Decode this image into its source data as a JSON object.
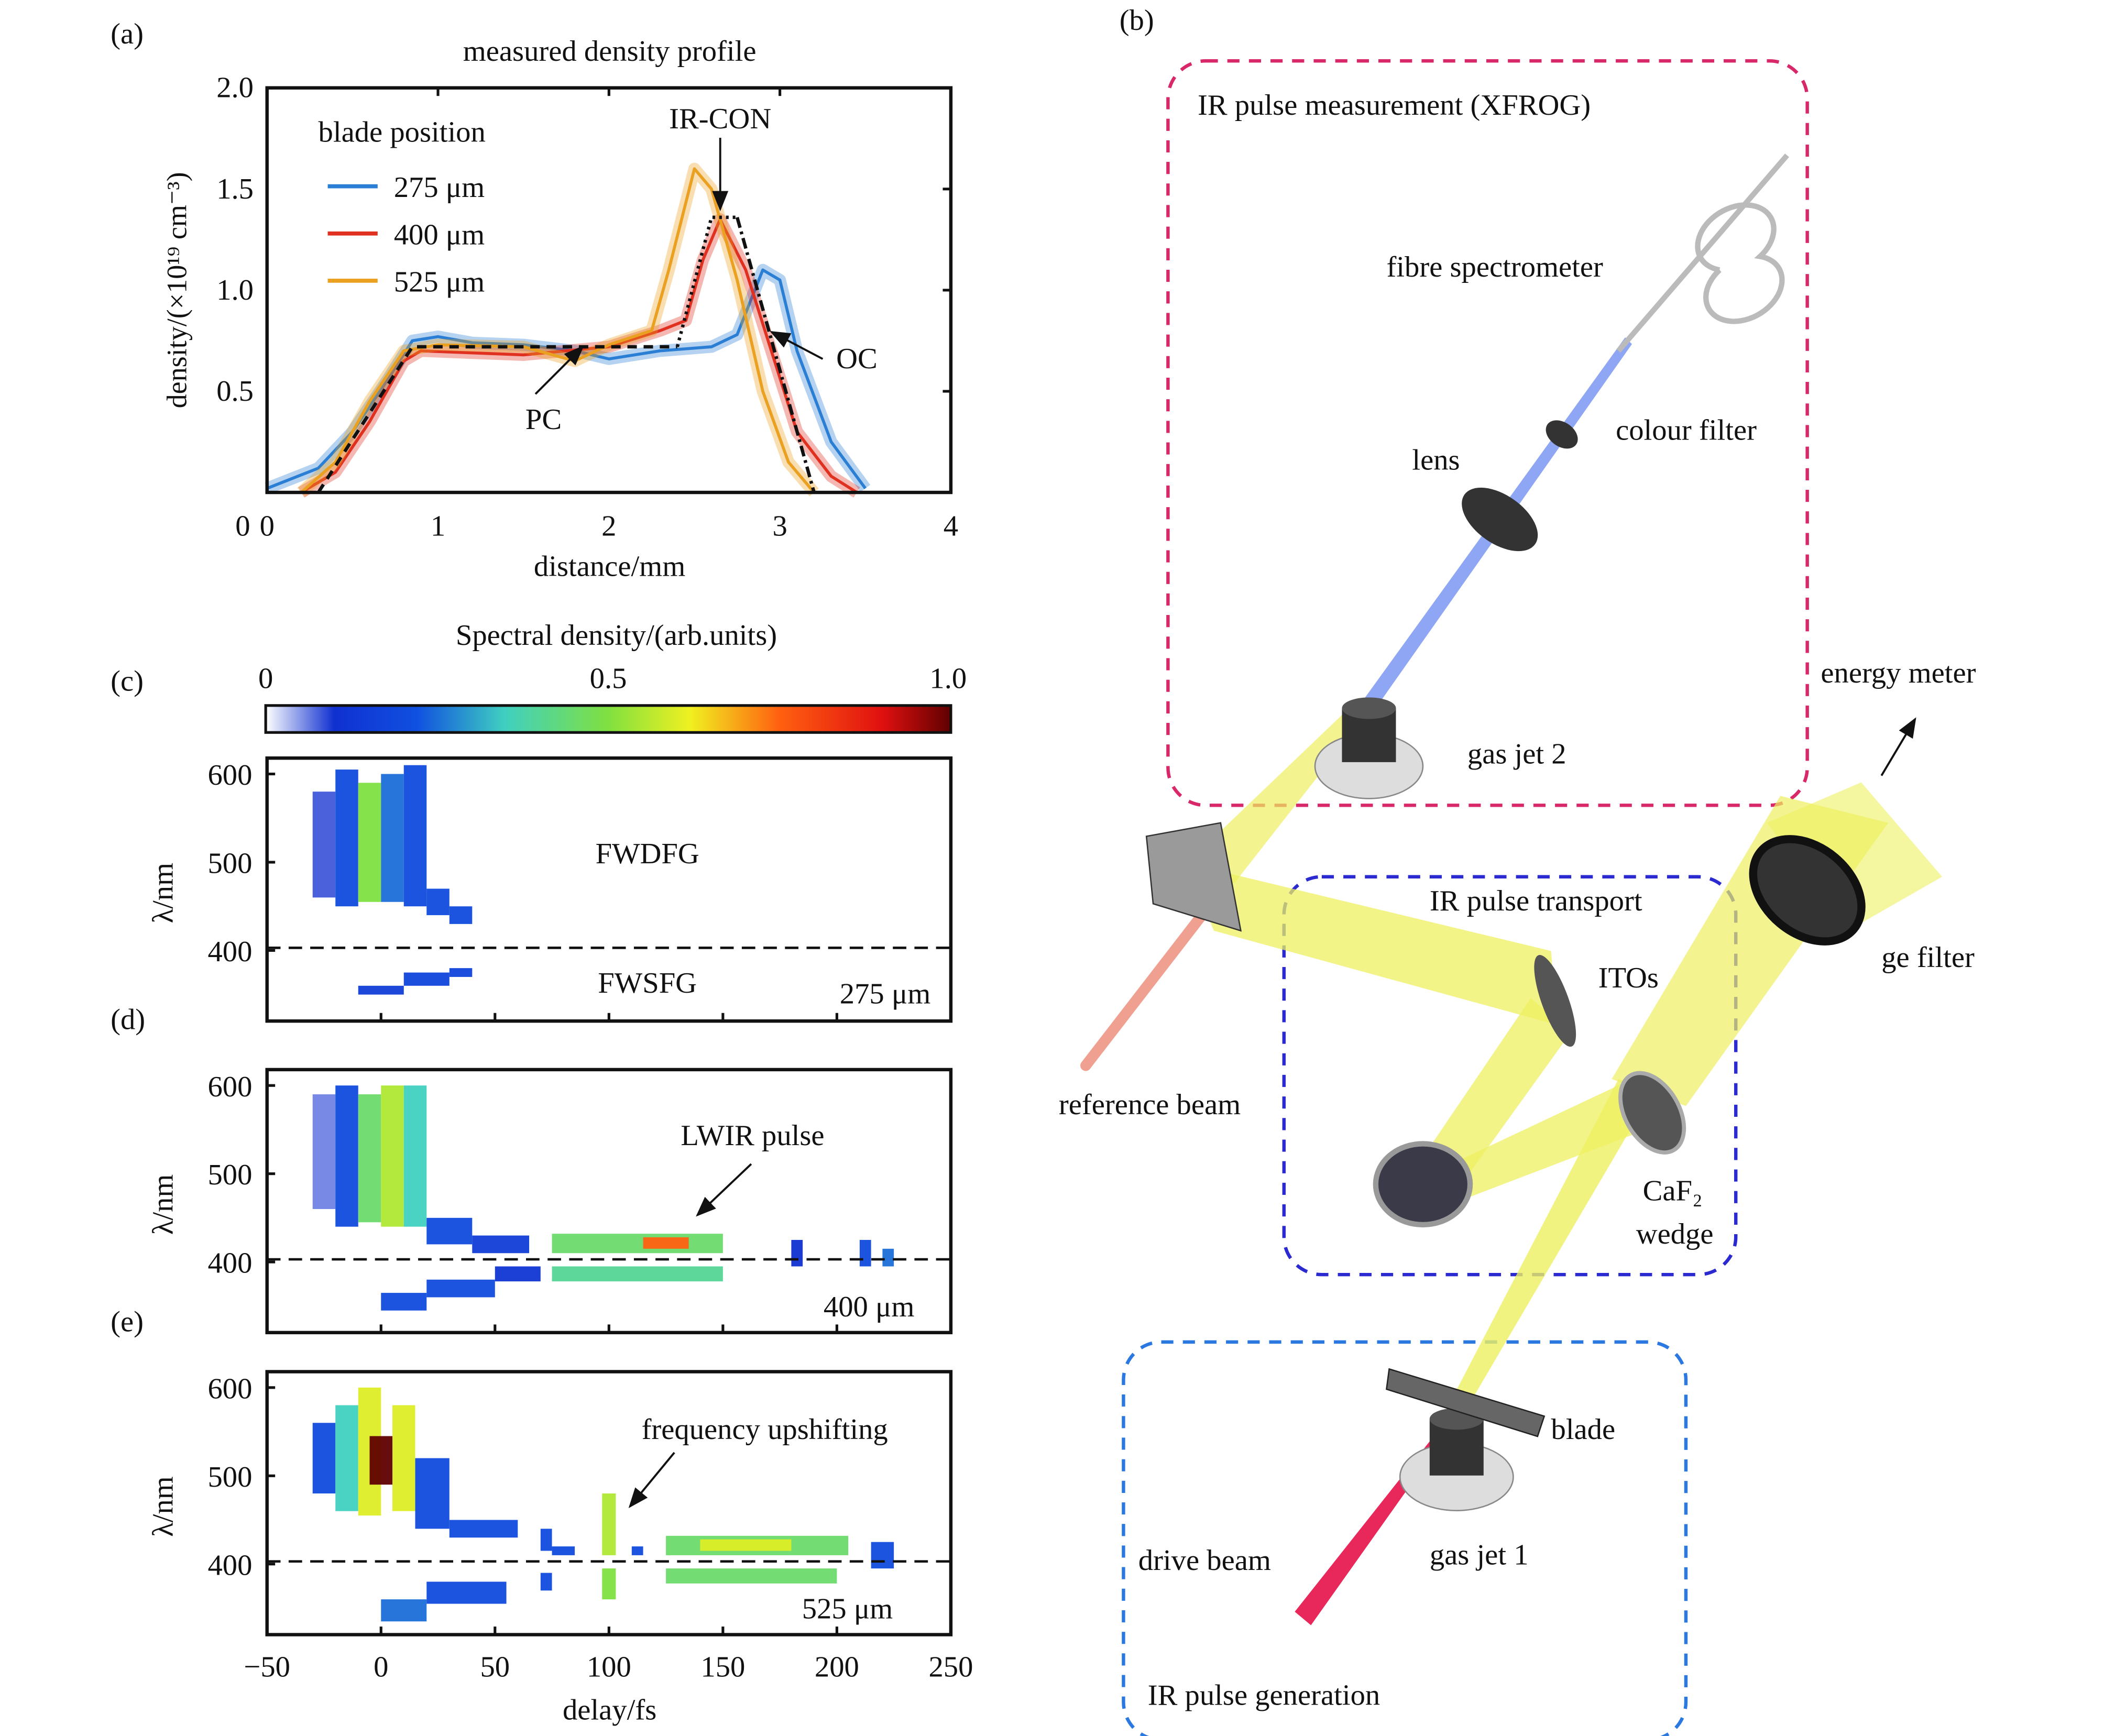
{
  "colors": {
    "c275": "#2a7fd4",
    "c400": "#e03020",
    "c525": "#eaa020",
    "magenta": "#d8286a",
    "navy": "#2a2ad0",
    "blue": "#2a78e0",
    "beam": "#eef060"
  },
  "chart_data": [
    {
      "panel": "(a)",
      "type": "line",
      "title": "measured density profile",
      "xlabel": "distance/mm",
      "ylabel": "density/(×10¹⁹ cm⁻³)",
      "xlim": [
        0,
        4
      ],
      "ylim": [
        0,
        2
      ],
      "xticks": [
        "0",
        "1",
        "2",
        "3",
        "4"
      ],
      "yticks": [
        "0.5",
        "1.0",
        "1.5",
        "2.0"
      ],
      "legend_title": "blade position",
      "legend_position": "top-left",
      "series": [
        {
          "name": "275 μm",
          "color": "#2a7fd4",
          "x": [
            0,
            0.3,
            0.5,
            0.7,
            0.85,
            1.0,
            1.2,
            1.5,
            1.8,
            2.0,
            2.3,
            2.6,
            2.75,
            2.9,
            3.0,
            3.1,
            3.3,
            3.5
          ],
          "y": [
            0.02,
            0.12,
            0.3,
            0.55,
            0.75,
            0.77,
            0.74,
            0.73,
            0.7,
            0.66,
            0.7,
            0.72,
            0.78,
            1.1,
            1.05,
            0.7,
            0.25,
            0.02
          ]
        },
        {
          "name": "400 μm",
          "color": "#e03020",
          "x": [
            0.2,
            0.4,
            0.6,
            0.8,
            0.9,
            1.5,
            2.0,
            2.3,
            2.45,
            2.55,
            2.65,
            2.8,
            2.95,
            3.1,
            3.3,
            3.45
          ],
          "y": [
            0,
            0.1,
            0.35,
            0.65,
            0.7,
            0.68,
            0.72,
            0.8,
            0.85,
            1.15,
            1.35,
            1.1,
            0.7,
            0.3,
            0.08,
            0
          ]
        },
        {
          "name": "525 μm",
          "color": "#eaa020",
          "x": [
            0.2,
            0.4,
            0.6,
            0.8,
            1.0,
            1.5,
            1.8,
            2.0,
            2.25,
            2.35,
            2.5,
            2.6,
            2.75,
            2.9,
            3.05,
            3.2
          ],
          "y": [
            0,
            0.15,
            0.45,
            0.7,
            0.73,
            0.72,
            0.65,
            0.73,
            0.8,
            1.1,
            1.6,
            1.5,
            1.05,
            0.5,
            0.15,
            0
          ]
        }
      ],
      "model": {
        "dashed": {
          "x": [
            0.3,
            0.85,
            2.4
          ],
          "y": [
            0,
            0.72,
            0.72
          ]
        },
        "dotted": {
          "x": [
            2.4,
            2.6,
            2.75
          ],
          "y": [
            0.72,
            1.36,
            1.36
          ]
        },
        "dashdot": {
          "x": [
            2.75,
            3.2
          ],
          "y": [
            1.36,
            0
          ]
        }
      },
      "annotations": [
        "IR-CON",
        "OC",
        "PC"
      ]
    },
    {
      "type": "heatmap",
      "colorbar": {
        "label": "Spectral density/(arb.units)",
        "ticks": [
          "0",
          "0.5",
          "1.0"
        ],
        "range": [
          0,
          1
        ]
      },
      "xlabel": "delay/fs",
      "ylabel": "λ/nm",
      "xlim": [
        -50,
        250
      ],
      "ylim": [
        320,
        618
      ],
      "xticks": [
        "−50",
        "0",
        "50",
        "100",
        "150",
        "200",
        "250"
      ],
      "yticks": [
        "400",
        "500",
        "600"
      ],
      "reference_line_nm": 403,
      "panels": [
        {
          "panel": "(c)",
          "blade": "275 μm",
          "labels": [
            "FWDFG",
            "FWSFG"
          ],
          "blobs": [
            [
              -30,
              -20,
              460,
              580,
              0.08
            ],
            [
              -20,
              -10,
              450,
              605,
              0.2
            ],
            [
              -10,
              0,
              455,
              590,
              0.5
            ],
            [
              0,
              10,
              455,
              600,
              0.25
            ],
            [
              10,
              20,
              450,
              610,
              0.2
            ],
            [
              20,
              30,
              440,
              470,
              0.2
            ],
            [
              30,
              40,
              430,
              450,
              0.2
            ],
            [
              -10,
              10,
              350,
              360,
              0.15
            ],
            [
              10,
              30,
              360,
              375,
              0.18
            ],
            [
              30,
              40,
              370,
              380,
              0.18
            ]
          ]
        },
        {
          "panel": "(d)",
          "blade": "400 μm",
          "labels": [
            "LWIR pulse"
          ],
          "blobs": [
            [
              -30,
              -20,
              460,
              590,
              0.06
            ],
            [
              -20,
              -10,
              440,
              600,
              0.2
            ],
            [
              -10,
              0,
              445,
              590,
              0.45
            ],
            [
              0,
              10,
              440,
              600,
              0.55
            ],
            [
              10,
              20,
              440,
              600,
              0.35
            ],
            [
              20,
              40,
              420,
              450,
              0.2
            ],
            [
              40,
              65,
              410,
              430,
              0.15
            ],
            [
              75,
              150,
              410,
              432,
              0.45
            ],
            [
              115,
              135,
              415,
              428,
              0.75
            ],
            [
              75,
              150,
              378,
              395,
              0.4
            ],
            [
              180,
              185,
              395,
              425,
              0.1
            ],
            [
              210,
              215,
              395,
              425,
              0.2
            ],
            [
              220,
              225,
              395,
              415,
              0.25
            ],
            [
              0,
              20,
              345,
              365,
              0.2
            ],
            [
              20,
              50,
              360,
              380,
              0.2
            ],
            [
              50,
              70,
              378,
              395,
              0.12
            ]
          ]
        },
        {
          "panel": "(e)",
          "blade": "525 μm",
          "labels": [
            "frequency upshifting"
          ],
          "blobs": [
            [
              -30,
              -20,
              480,
              560,
              0.2
            ],
            [
              -20,
              -10,
              460,
              580,
              0.35
            ],
            [
              -10,
              0,
              455,
              600,
              0.6
            ],
            [
              -5,
              5,
              490,
              545,
              1.0
            ],
            [
              5,
              15,
              460,
              580,
              0.6
            ],
            [
              15,
              30,
              440,
              520,
              0.2
            ],
            [
              30,
              60,
              430,
              450,
              0.2
            ],
            [
              70,
              75,
              415,
              440,
              0.2
            ],
            [
              75,
              85,
              410,
              420,
              0.2
            ],
            [
              97,
              103,
              410,
              480,
              0.55
            ],
            [
              110,
              115,
              410,
              420,
              0.2
            ],
            [
              125,
              205,
              410,
              432,
              0.45
            ],
            [
              140,
              180,
              415,
              428,
              0.6
            ],
            [
              125,
              200,
              378,
              395,
              0.45
            ],
            [
              215,
              225,
              395,
              425,
              0.2
            ],
            [
              0,
              20,
              335,
              360,
              0.25
            ],
            [
              20,
              55,
              355,
              380,
              0.2
            ],
            [
              70,
              75,
              370,
              390,
              0.2
            ],
            [
              97,
              103,
              360,
              395,
              0.5
            ]
          ]
        }
      ]
    }
  ],
  "labels": {
    "a": "(a)",
    "b": "(b)",
    "c": "(c)",
    "d": "(d)",
    "e": "(e)"
  },
  "diagram": {
    "box_measurement": "IR pulse measurement (XFROG)",
    "box_transport": "IR pulse transport",
    "box_generation": "IR pulse generation",
    "fibre": "fibre spectrometer",
    "colour_filter": "colour filter",
    "lens": "lens",
    "gas_jet_2": "gas jet 2",
    "energy_meter": "energy meter",
    "itos": "ITOs",
    "ge_filter": "ge filter",
    "reference_beam": "reference beam",
    "caf2": "CaF₂",
    "wedge": "wedge",
    "blade": "blade",
    "drive_beam": "drive beam",
    "gas_jet_1": "gas jet 1"
  }
}
